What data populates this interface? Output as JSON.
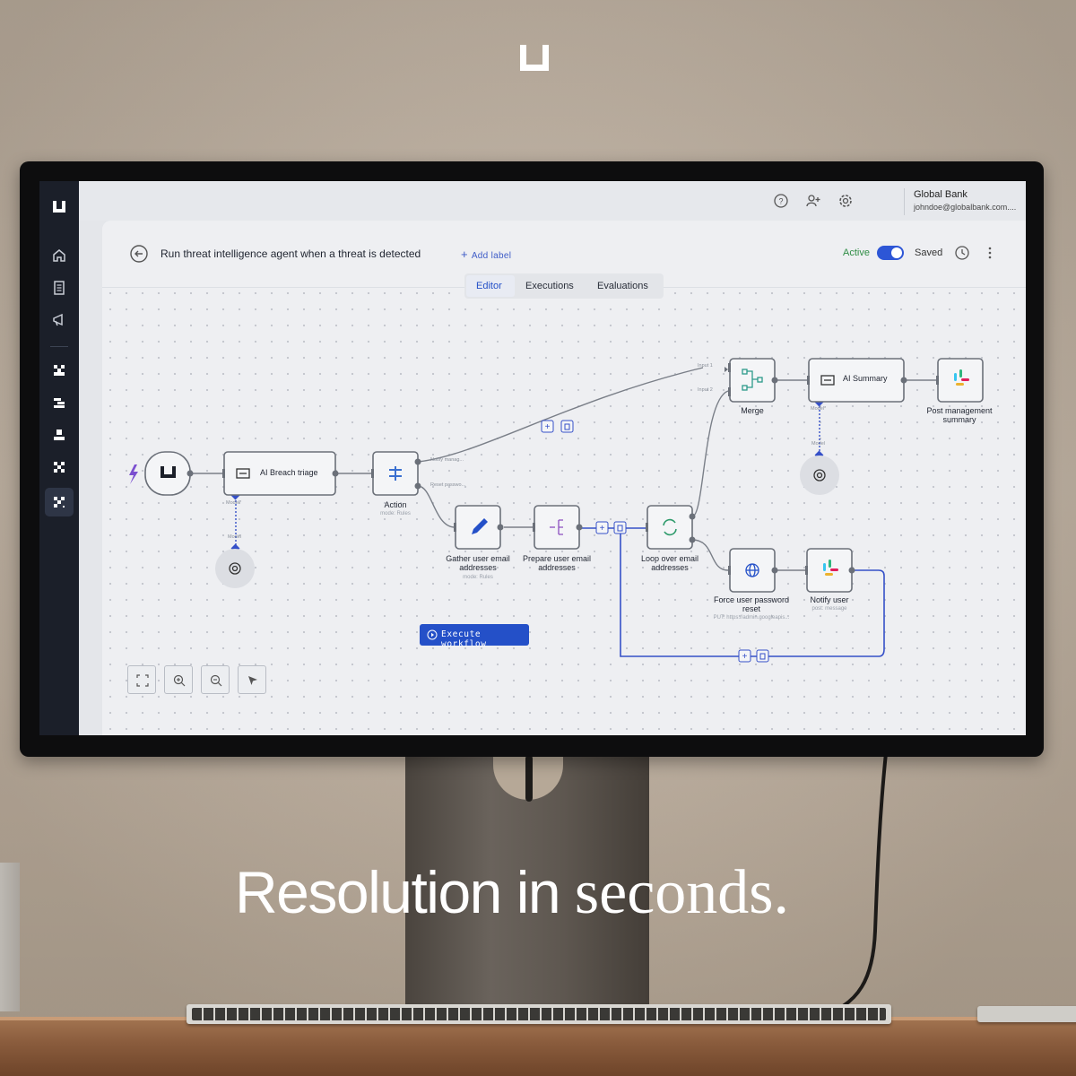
{
  "headline": {
    "sans": "Resolution in",
    "serif": "seconds."
  },
  "topbar": {
    "account_name": "Global Bank",
    "account_email": "johndoe@globalbank.com...."
  },
  "workflow": {
    "title": "Run threat intelligence agent when a threat is detected",
    "add_label": "Add label",
    "status_label": "Active",
    "active": true,
    "saved_label": "Saved"
  },
  "tabs": [
    {
      "label": "Editor",
      "active": true
    },
    {
      "label": "Executions",
      "active": false
    },
    {
      "label": "Evaluations",
      "active": false
    }
  ],
  "nodes": {
    "breach_triage": "AI Breach triage",
    "action": "Action",
    "action_sub": "mode: Rules",
    "gather": "Gather user email addresses",
    "gather_sub": "mode: Rules",
    "prepare": "Prepare user email addresses",
    "loop": "Loop over email addresses",
    "merge": "Merge",
    "ai_summary": "AI Summary",
    "post_summary": "Post management summary",
    "force_reset": "Force user password reset",
    "force_reset_sub": "PUT: https://admin.googleapis...",
    "notify_user": "Notify user",
    "notify_user_sub": "post: message"
  },
  "edge_labels": {
    "notify": "Notify manag...",
    "reset": "Reset passwo...",
    "input1": "Input 1",
    "input2": "Input 2",
    "model": "Model",
    "model_star": "Model*"
  },
  "execute_button": "Execute workflow",
  "colors": {
    "accent": "#2450c8",
    "active_green": "#2f8d45",
    "sidebar": "#1b1f29",
    "trigger_bolt": "#7b4fd0"
  }
}
